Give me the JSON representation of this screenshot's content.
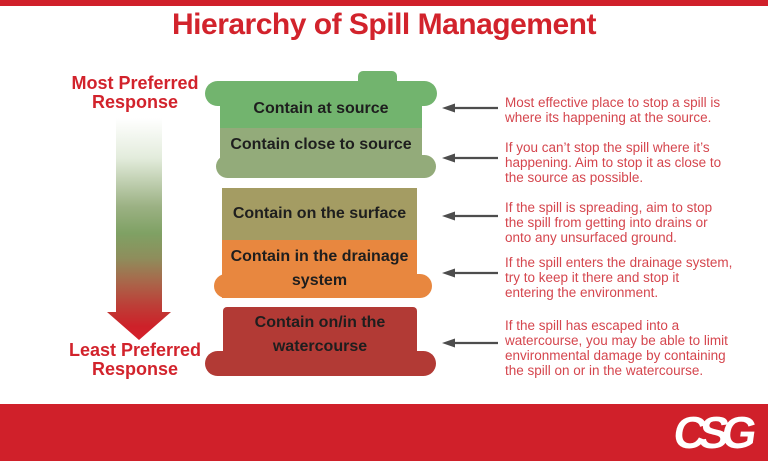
{
  "title": "Hierarchy of Spill Management",
  "axis": {
    "most_label": "Most Preferred\nResponse",
    "least_label": "Least Preferred\nResponse"
  },
  "levels": [
    {
      "label": "Contain at source",
      "color": "#72b46e",
      "description": "Most effective place to stop a spill is\nwhere its happening at the source."
    },
    {
      "label": "Contain close to source",
      "color": "#93ab7a",
      "description": "If you can’t stop the spill where it’s\nhappening. Aim to stop it as close to\nthe source as possible."
    },
    {
      "label": "Contain on the surface",
      "color": "#a49c63",
      "description": "If the spill is spreading, aim to stop\nthe spill from getting into drains or\nonto any unsurfaced ground."
    },
    {
      "label": "Contain in the drainage\nsystem",
      "color": "#e8873f",
      "description": "If the spill enters the drainage system,\ntry to keep it there and stop it\nentering the environment."
    },
    {
      "label": "Contain on/in the\nwatercourse",
      "color": "#b23a35",
      "description": "If the spill has escaped into a\nwatercourse, you may be able to limit\nenvironmental damage by containing\nthe spill on or in the watercourse."
    }
  ],
  "colors": {
    "brand_red": "#d0202a",
    "title_red": "#d2232c",
    "description_red": "#d5464e",
    "arrow_gray": "#4d4d4d",
    "gradient_top": "#ffffff",
    "gradient_green": "#7fa164",
    "gradient_bottom": "#d6202b"
  },
  "footer": {
    "logo_text": "CSG"
  }
}
